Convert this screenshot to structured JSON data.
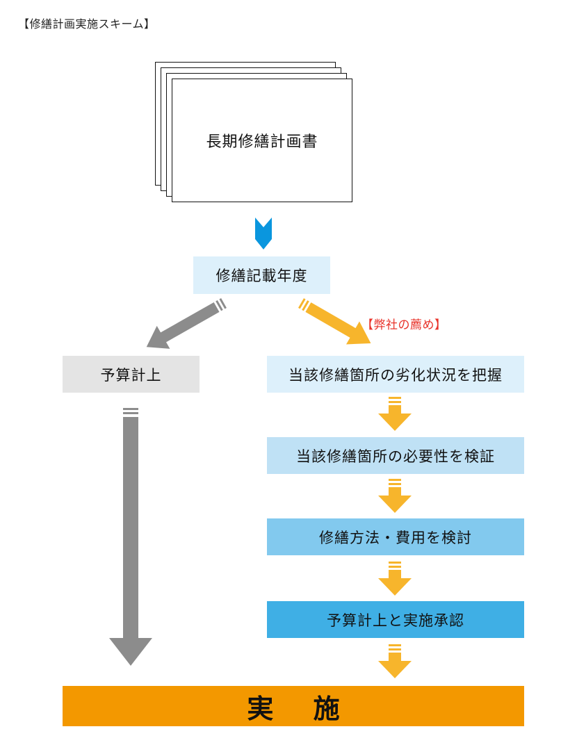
{
  "heading": "【修繕計画実施スキーム】",
  "document": {
    "title": "長期修繕計画書"
  },
  "year_box": {
    "label": "修繕記載年度"
  },
  "left_branch": {
    "label": "予算計上"
  },
  "recommendation": {
    "label": "【弊社の薦め】"
  },
  "steps": [
    {
      "label": "当該修繕箇所の劣化状況を把握"
    },
    {
      "label": "当該修繕箇所の必要性を検証"
    },
    {
      "label": "修繕方法・費用を検討"
    },
    {
      "label": "予算計上と実施承認"
    }
  ],
  "final": {
    "label": "実 施"
  },
  "colors": {
    "chevron": "#0a96de",
    "gray_arrow": "#8c8c8c",
    "orange_arrow": "#f7b52c",
    "final_bar": "#f39800",
    "recommend_text": "#e8332a"
  }
}
